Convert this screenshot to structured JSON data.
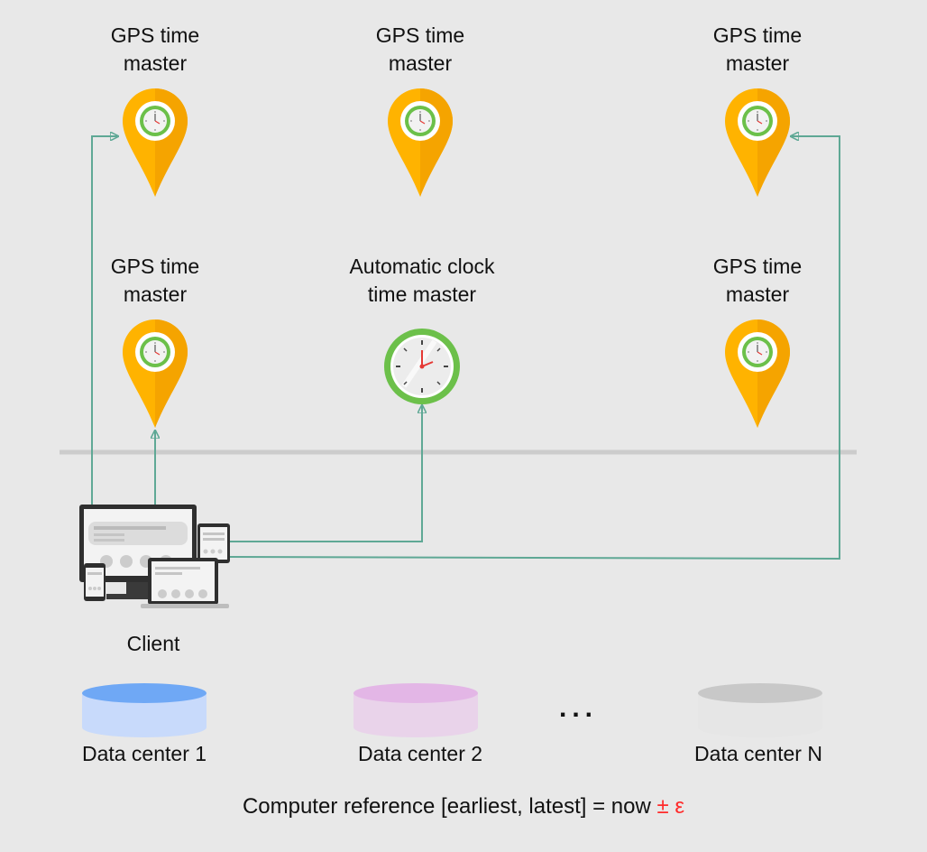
{
  "masters": [
    {
      "line1": "GPS time",
      "line2": "master",
      "kind": "gps"
    },
    {
      "line1": "GPS time",
      "line2": "master",
      "kind": "gps"
    },
    {
      "line1": "GPS time",
      "line2": "master",
      "kind": "gps"
    },
    {
      "line1": "GPS time",
      "line2": "master",
      "kind": "gps"
    },
    {
      "line1": "Automatic clock",
      "line2": "time master",
      "kind": "atomic-clock"
    },
    {
      "line1": "GPS time",
      "line2": "master",
      "kind": "gps"
    }
  ],
  "client": {
    "label": "Client",
    "icon": "devices-icon"
  },
  "data_centers": [
    {
      "label": "Data center 1",
      "color": "#6fa8f5"
    },
    {
      "label": "Data center 2",
      "color": "#e3b6e6"
    },
    {
      "label": "Data center N",
      "color": "#c8c8c8"
    }
  ],
  "ellipsis": "...",
  "footer": {
    "text": "Computer reference [earliest, latest] = now",
    "accent": "± ε"
  },
  "colors": {
    "background": "#e8e8e8",
    "arrow": "#5fa895",
    "pin": "#ffb300",
    "clock_ring": "#6cc04a",
    "divider": "#cccccc"
  }
}
